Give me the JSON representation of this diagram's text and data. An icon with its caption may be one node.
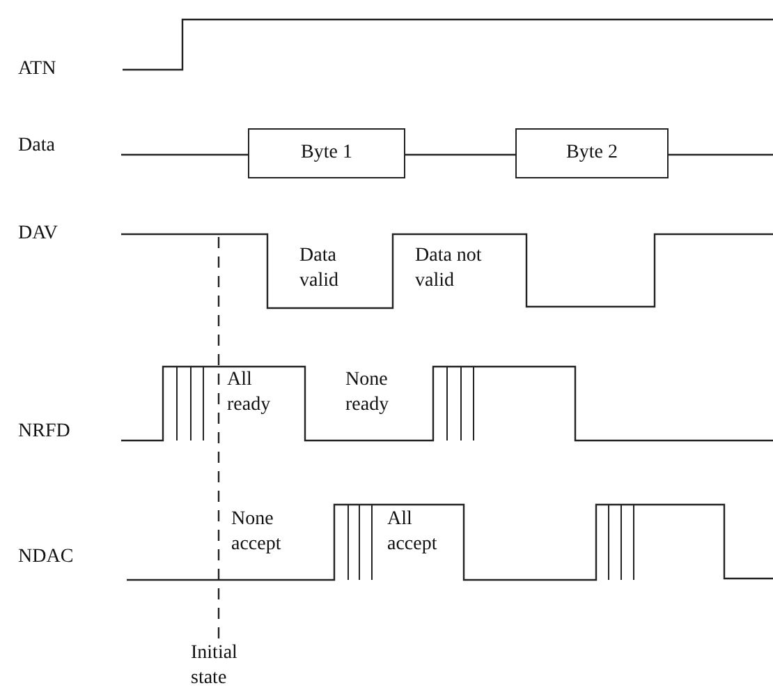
{
  "diagram": {
    "nodes": [
      {
        "text": [
          "Byte 1"
        ]
      },
      {
        "text": [
          "Byte 2"
        ]
      }
    ],
    "labels": [
      "ATN",
      "Data",
      "DAV",
      "Data valid",
      "Data not valid",
      "NRFD",
      "All ready",
      "None ready",
      "NDAC",
      "None accept",
      "All accept",
      "Initial state"
    ]
  }
}
